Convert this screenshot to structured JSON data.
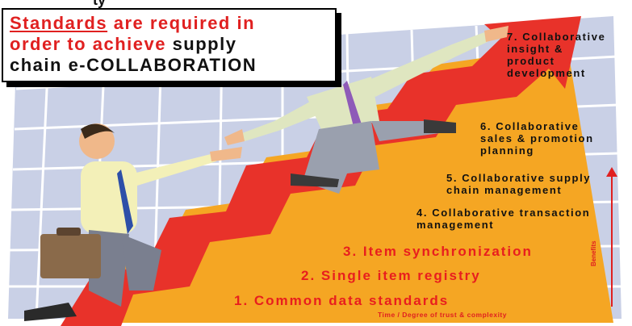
{
  "heading_fragment": "ty",
  "title": {
    "line1_underlined": "Standards",
    "line1_red": " are required in",
    "line2_red": "order to achieve",
    "line2_black": " supply",
    "line3": "chain e-COLLABORATION"
  },
  "steps": {
    "s1": "1. Common data standards",
    "s2": "2. Single item registry",
    "s3": "3. Item synchronization",
    "s4_l1": "4. Collaborative transaction",
    "s4_l2": "management",
    "s5_l1": "5. Collaborative supply",
    "s5_l2": "chain management",
    "s6_l1": "6. Collaborative",
    "s6_l2": "sales & promotion",
    "s6_l3": "planning",
    "s7_l1": "7. Collaborative",
    "s7_l2": "insight &",
    "s7_l3": "product",
    "s7_l4": "development"
  },
  "axes": {
    "x_label": "Time / Degree of trust & complexity",
    "y_label": "Benefits"
  },
  "colors": {
    "arrow_red": "#e8322a",
    "arrow_orange": "#f5a623",
    "grid_bg": "#c8cfe6",
    "grid_line": "#ffffff"
  }
}
